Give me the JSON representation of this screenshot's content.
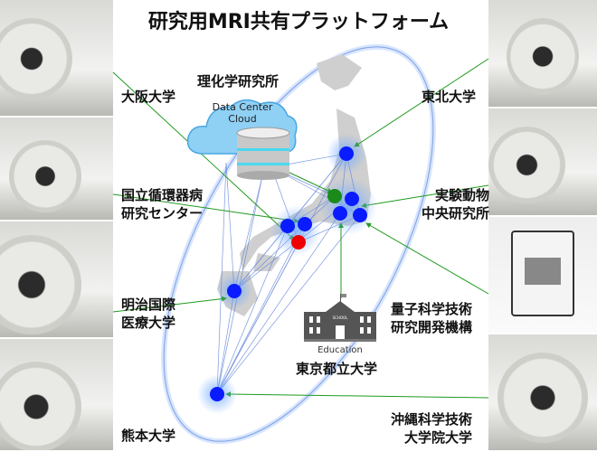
{
  "title": "研究用MRI共有プラットフォーム",
  "cloud": {
    "line1": "Data Center",
    "line2": "Cloud"
  },
  "school": {
    "sign": "SCHOOL",
    "caption": "Education"
  },
  "labels": {
    "riken": "理化学研究所",
    "osaka": "大阪大学",
    "ncvc_1": "国立循環器病",
    "ncvc_2": "研究センター",
    "meiji_1": "明治国際",
    "meiji_2": "医療大学",
    "kumamoto": "熊本大学",
    "tohoku": "東北大学",
    "ciea_1": "実験動物",
    "ciea_2": "中央研究所",
    "qst_1": "量子科学技術",
    "qst_2": "研究開発機構",
    "tmu": "東京都立大学",
    "oist_1": "沖縄科学技術",
    "oist_2": "大学院大学"
  },
  "colors": {
    "node": "#0a1cff",
    "hub": "#1a8a1a",
    "center": "#ee0000",
    "arrow": "#1f9a1f",
    "link": "#5a7ed8"
  }
}
